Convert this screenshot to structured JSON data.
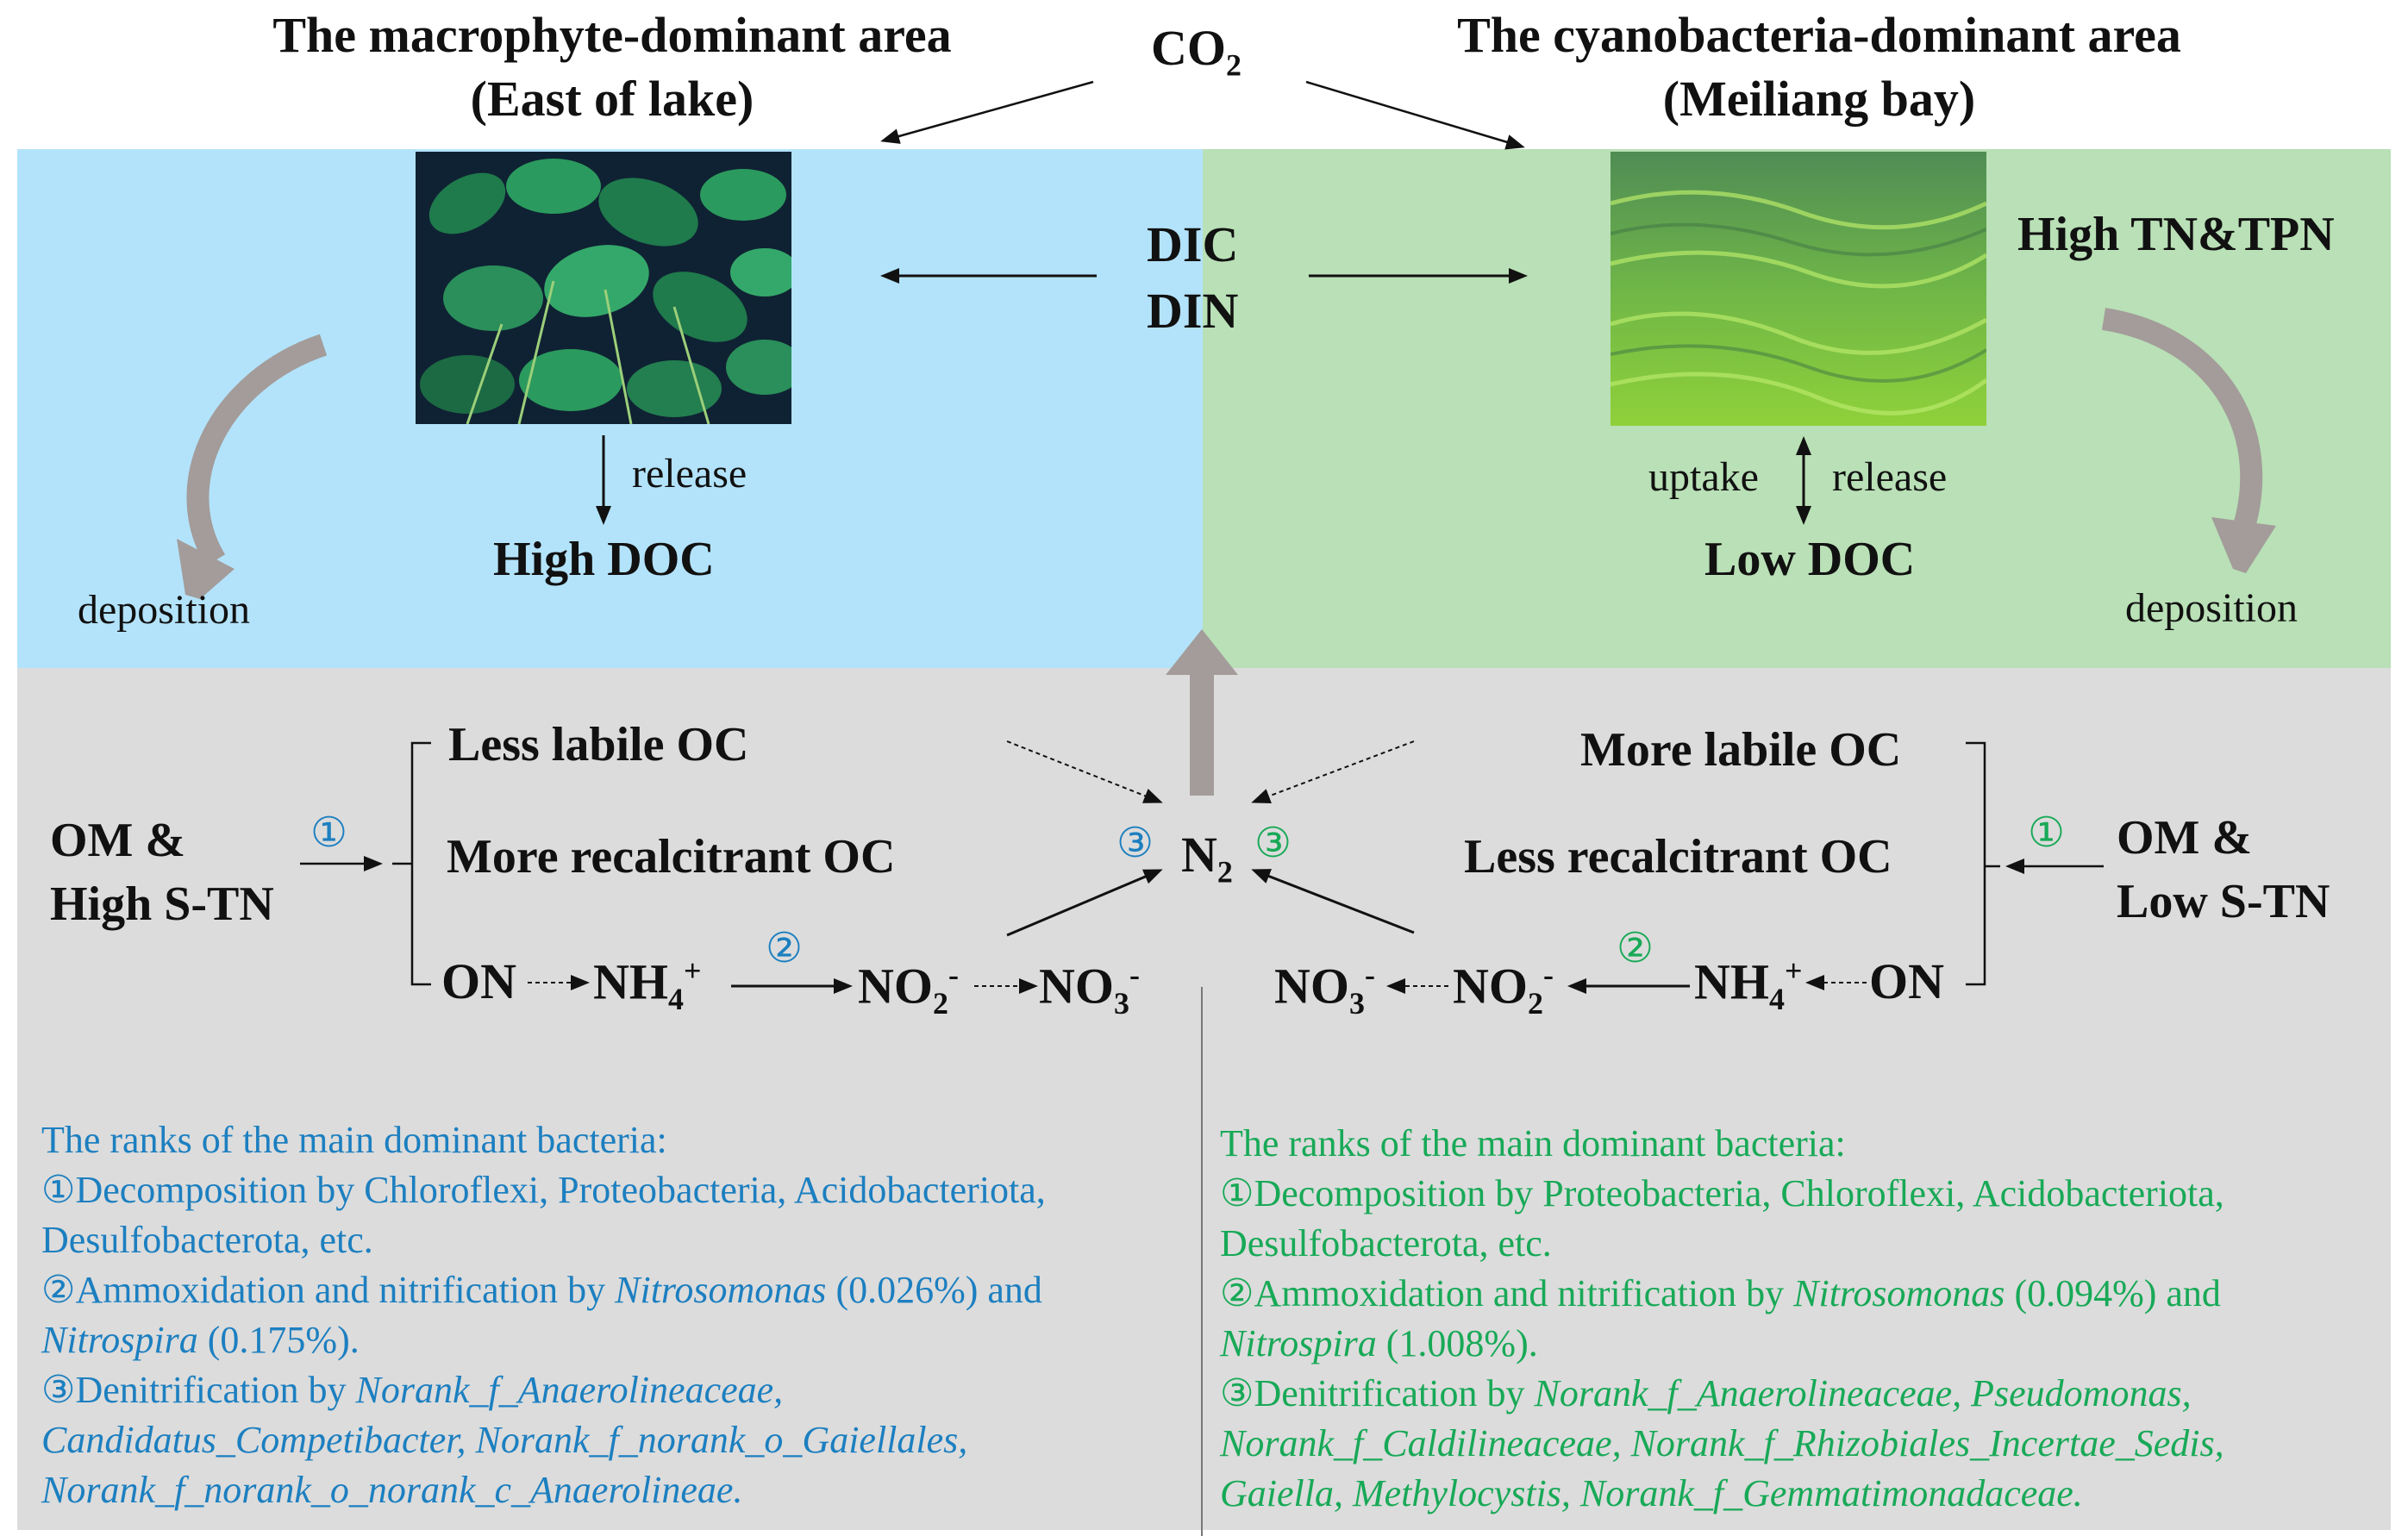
{
  "colors": {
    "left_top": "#b3e3fb",
    "right_top": "#b9e0b6",
    "bottom": "#dcdcdc",
    "blue_text": "#1c7fc0",
    "green_text": "#18a957",
    "grey_arrow": "#a39c9a"
  },
  "top": {
    "co2": "CO",
    "co2_sub": "2",
    "left_title_1": "The macrophyte-dominant area",
    "left_title_2": "(East of lake)",
    "right_title_1": "The cyanobacteria-dominant area",
    "right_title_2": "(Meiliang bay)"
  },
  "upper": {
    "dic": "DIC",
    "din": "DIN",
    "left_release": "release",
    "left_doc": "High DOC",
    "left_deposition": "deposition",
    "right_tn": "High TN&TPN",
    "right_uptake": "uptake",
    "right_release": "release",
    "right_doc": "Low DOC",
    "right_deposition": "deposition"
  },
  "lower_left": {
    "om_1": "OM &",
    "om_2": "High S-TN",
    "step1": "①",
    "less_labile": "Less labile OC",
    "more_recalcitrant": "More recalcitrant OC",
    "on": "ON",
    "nh4": "NH",
    "nh4_sub": "4",
    "nh4_sup": "+",
    "step2": "②",
    "no2": "NO",
    "no2_sub": "2",
    "no2_sup": "-",
    "no3": "NO",
    "no3_sub": "3",
    "no3_sup": "-"
  },
  "center": {
    "n2": "N",
    "n2_sub": "2",
    "step3_left": "③",
    "step3_right": "③"
  },
  "lower_right": {
    "om_1": "OM &",
    "om_2": "Low S-TN",
    "step1": "①",
    "more_labile": "More labile OC",
    "less_recalcitrant": "Less recalcitrant OC",
    "on": "ON",
    "nh4": "NH",
    "nh4_sub": "4",
    "nh4_sup": "+",
    "step2": "②",
    "no2": "NO",
    "no2_sub": "2",
    "no2_sup": "-",
    "no3": "NO",
    "no3_sub": "3",
    "no3_sup": "-"
  },
  "left_panel": {
    "heading": "The ranks of the main dominant bacteria:",
    "l1": "①Decomposition by Chloroflexi, Proteobacteria, Acidobacteriota,",
    "l2": "Desulfobacterota, etc.",
    "l3a": "②Ammoxidation and nitrification by ",
    "l3b": "Nitrosomonas",
    "l3c": " (0.026%) and",
    "l4a": "Nitrospira",
    "l4b": " (0.175%).",
    "l5a": "③Denitrification by ",
    "l5b": "Norank_f_Anaerolineaceae,",
    "l6": "Candidatus_Competibacter, Norank_f_norank_o_Gaiellales,",
    "l7": "Norank_f_norank_o_norank_c_Anaerolineae."
  },
  "right_panel": {
    "heading": "The ranks of the main dominant bacteria:",
    "l1": "①Decomposition by Proteobacteria, Chloroflexi, Acidobacteriota,",
    "l2": "Desulfobacterota, etc.",
    "l3a": "②Ammoxidation and nitrification by ",
    "l3b": "Nitrosomonas",
    "l3c": " (0.094%) and",
    "l4a": "Nitrospira",
    "l4b": " (1.008%).",
    "l5a": "③Denitrification by ",
    "l5b": "Norank_f_Anaerolineaceae, Pseudomonas,",
    "l6": "Norank_f_Caldilineaceae, Norank_f_Rhizobiales_Incertae_Sedis,",
    "l7": "Gaiella, Methylocystis, Norank_f_Gemmatimonadaceae."
  }
}
